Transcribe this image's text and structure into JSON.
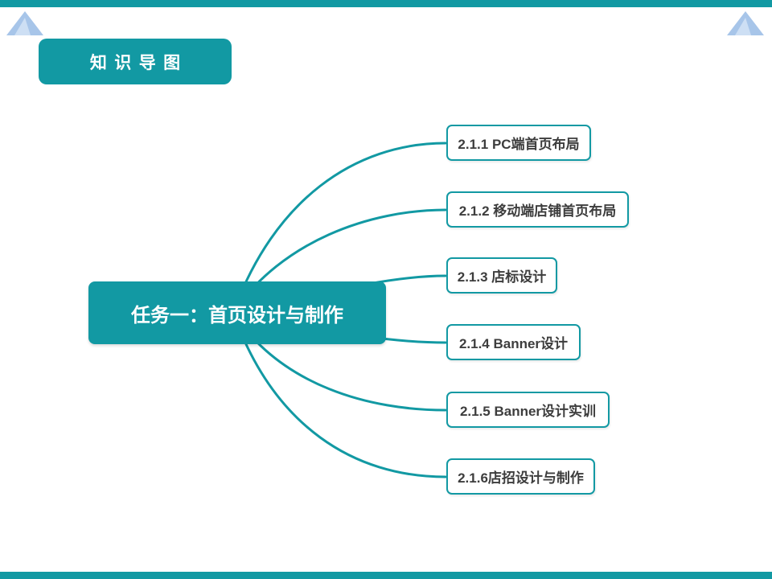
{
  "badge": {
    "label": "知识导图"
  },
  "mindmap": {
    "root": {
      "label": "任务一：首页设计与制作"
    },
    "children": [
      {
        "label": "2.1.1 PC端首页布局"
      },
      {
        "label": "2.1.2 移动端店铺首页布局"
      },
      {
        "label": "2.1.3 店标设计"
      },
      {
        "label": "2.1.4 Banner设计"
      },
      {
        "label": "2.1.5 Banner设计实训"
      },
      {
        "label": "2.1.6店招设计与制作"
      }
    ]
  },
  "colors": {
    "accent_teal": "#1299A3",
    "triangle_blue": "#A7C5E9",
    "node_text": "#3D3D3D",
    "background": "#FFFFFF"
  }
}
